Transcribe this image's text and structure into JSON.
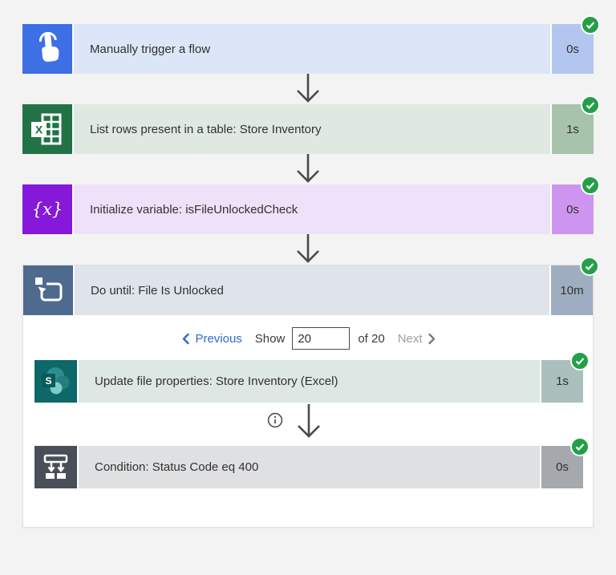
{
  "app": {
    "name": "Power Automate flow run view"
  },
  "colors": {
    "page_bg": "#f3f3f3",
    "success_badge": "#23a047",
    "arrow": "#4a4a4a",
    "link_blue": "#2a6bce",
    "disabled_text": "#a19f9d",
    "trigger_brand": "#3d6fe5",
    "excel_brand": "#217346",
    "variable_brand": "#8618d9",
    "do_until_brand": "#4f6a8f",
    "sharepoint_brand": "#0e6768",
    "condition_brand": "#484f58"
  },
  "nodes": {
    "trigger": {
      "title": "Manually trigger a flow",
      "duration": "0s",
      "status": "succeeded"
    },
    "list_rows": {
      "title": "List rows present in a table: Store Inventory",
      "duration": "1s",
      "status": "succeeded"
    },
    "init_variable": {
      "title": "Initialize variable: isFileUnlockedCheck",
      "duration": "0s",
      "status": "succeeded"
    },
    "do_until": {
      "title": "Do until: File Is Unlocked",
      "duration": "10m",
      "status": "succeeded"
    },
    "update_file": {
      "title": "Update file properties: Store Inventory (Excel)",
      "duration": "1s",
      "status": "succeeded"
    },
    "condition": {
      "title": "Condition: Status Code eq 400",
      "duration": "0s",
      "status": "succeeded"
    }
  },
  "pagination": {
    "previous_label": "Previous",
    "show_label": "Show",
    "page_size_value": "20",
    "of_label": "of 20",
    "next_label": "Next"
  }
}
